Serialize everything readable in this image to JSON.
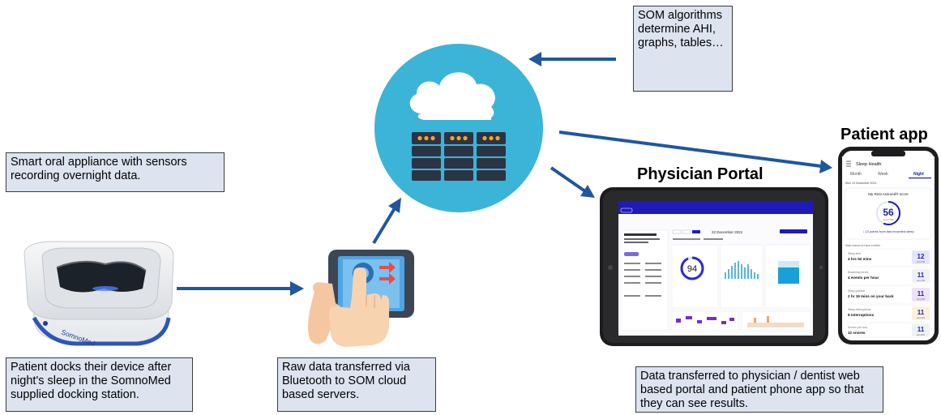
{
  "captions": {
    "som": "SOM algorithms determine AHI, graphs, tables…",
    "smart": "Smart oral appliance with sensors recording overnight data.",
    "patient_docks": "Patient docks their device after night's sleep in the SomnoMed supplied docking station.",
    "raw_data": "Raw data transferred via Bluetooth to SOM cloud based servers.",
    "data_transferred": "Data transferred to physician / dentist web based portal and patient phone app so that they can see results."
  },
  "titles": {
    "physician_portal": "Physician Portal",
    "patient_app": "Patient app"
  },
  "docking_station": {
    "brand": "SomnoMed"
  },
  "portal_screen": {
    "date": "22 December 2021",
    "score": "94"
  },
  "phone_screen": {
    "header": "Sleep Health",
    "tabs": [
      "Month",
      "Week",
      "Night"
    ],
    "date": "Mon 13 December 2021",
    "score_label": "My Rest Assured® score",
    "score": "56",
    "score_sub": "out of 100",
    "points_note": "↓ 13 points from last recorded sleep",
    "section_label": "Main reason to have a better",
    "rows": [
      {
        "label": "Sleep time",
        "value": "4 hrs 52 mins",
        "score": "12",
        "sub": "out of 30"
      },
      {
        "label": "Breathing events",
        "value": "4 events per hour",
        "score": "11",
        "sub": "out of 30"
      },
      {
        "label": "Sleep position",
        "value": "2 hr 19 mins on your back",
        "score": "11",
        "sub": "out of 20"
      },
      {
        "label": "Sleep interruptions",
        "value": "8 interruptions",
        "score": "11",
        "sub": "out of 10"
      },
      {
        "label": "Snores per hour",
        "value": "12 snores",
        "score": "11",
        "sub": "out of 10"
      }
    ]
  },
  "colors": {
    "arrow": "#1f57a0",
    "caption_fill": "#dde4f0",
    "cloud_circle": "#3cb4d8",
    "server": "#2b3445",
    "led": "#f6a623"
  }
}
